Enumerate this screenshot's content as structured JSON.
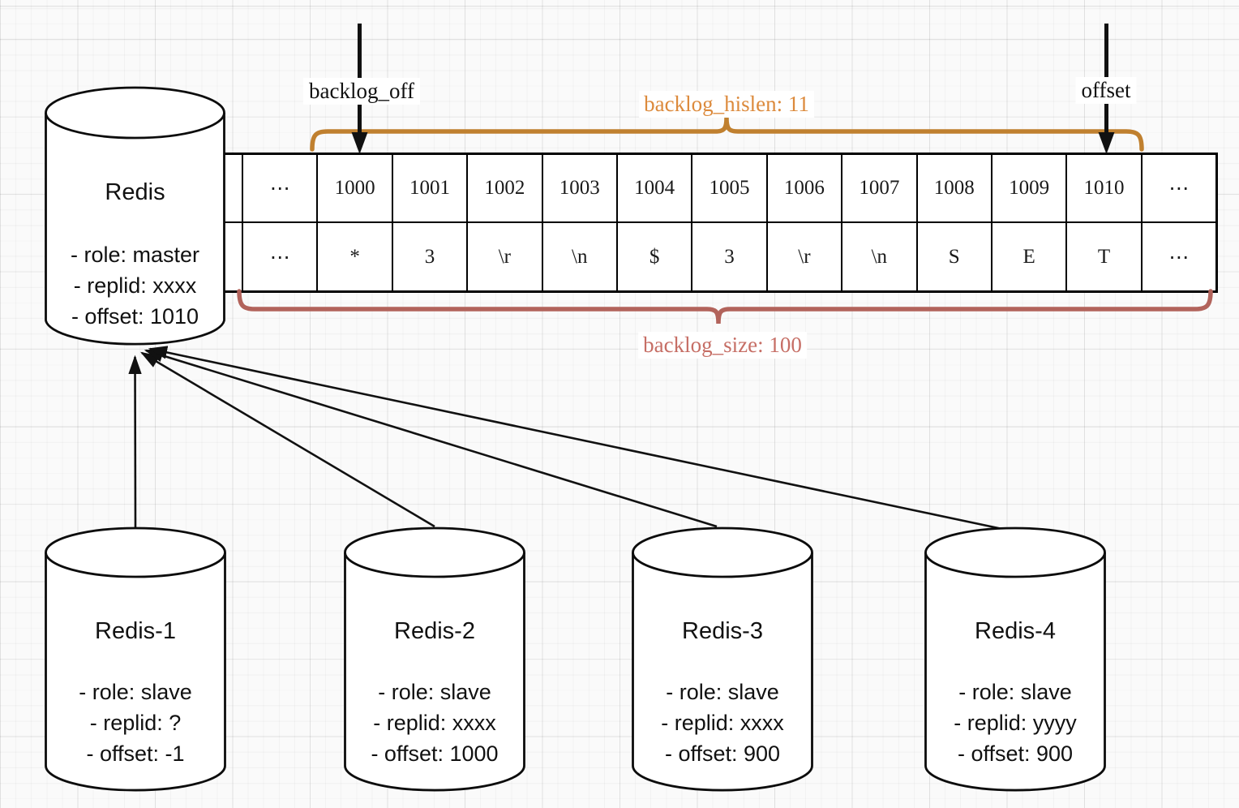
{
  "colors": {
    "hislen_brace": "#C0802F",
    "hislen_text": "#DC8A3C",
    "size_brace": "#B2635B",
    "size_text": "#C66E65",
    "line_black": "#111111",
    "table_border": "#000000"
  },
  "pointers": {
    "backlog_off_label": "backlog_off",
    "offset_label": "offset"
  },
  "braces": {
    "hislen_label": "backlog_hislen: 11",
    "size_label": "backlog_size: 100"
  },
  "backlog_table": {
    "offsets": [
      "",
      "⋯",
      "1000",
      "1001",
      "1002",
      "1003",
      "1004",
      "1005",
      "1006",
      "1007",
      "1008",
      "1009",
      "1010",
      "⋯"
    ],
    "chars": [
      "",
      "⋯",
      "*",
      "3",
      "\\r",
      "\\n",
      "$",
      "3",
      "\\r",
      "\\n",
      "S",
      "E",
      "T",
      "⋯"
    ]
  },
  "master": {
    "title": "Redis",
    "props": [
      "- role: master",
      "- replid: xxxx",
      "- offset: 1010"
    ]
  },
  "slaves": [
    {
      "title": "Redis-1",
      "props": [
        "- role: slave",
        "- replid: ?",
        "- offset: -1"
      ]
    },
    {
      "title": "Redis-2",
      "props": [
        "- role: slave",
        "- replid: xxxx",
        "- offset: 1000"
      ]
    },
    {
      "title": "Redis-3",
      "props": [
        "- role: slave",
        "- replid: xxxx",
        "- offset: 900"
      ]
    },
    {
      "title": "Redis-4",
      "props": [
        "- role: slave",
        "- replid: yyyy",
        "- offset: 900"
      ]
    }
  ]
}
